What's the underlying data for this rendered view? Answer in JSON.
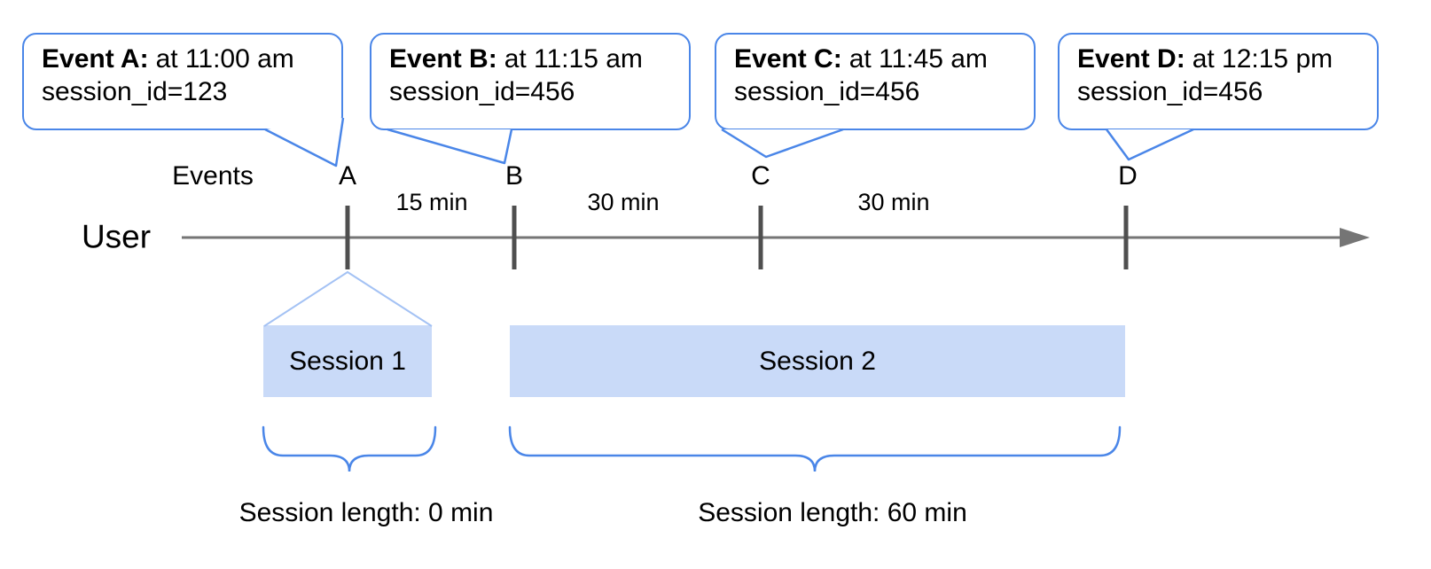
{
  "diagram": {
    "user_label": "User",
    "events_label": "Events",
    "callouts": [
      {
        "title": "Event A:",
        "detail": "at 11:00 am",
        "session": "session_id=123"
      },
      {
        "title": "Event B:",
        "detail": "at 11:15 am",
        "session": "session_id=456"
      },
      {
        "title": "Event C:",
        "detail": "at 11:45 am",
        "session": "session_id=456"
      },
      {
        "title": "Event D:",
        "detail": "at 12:15 pm",
        "session": "session_id=456"
      }
    ],
    "event_marks": [
      "A",
      "B",
      "C",
      "D"
    ],
    "intervals": [
      "15 min",
      "30 min",
      "30 min"
    ],
    "sessions": [
      {
        "label": "Session 1",
        "length_label": "Session length: 0 min"
      },
      {
        "label": "Session 2",
        "length_label": "Session length: 60 min"
      }
    ],
    "colors": {
      "callout_border": "#4a86e8",
      "brace": "#4a86e8",
      "session_fill": "#c9daf8",
      "funnel_line": "#a4c2f4",
      "timeline": "#757575",
      "tick": "#4f4f4f",
      "text": "#000000"
    }
  }
}
